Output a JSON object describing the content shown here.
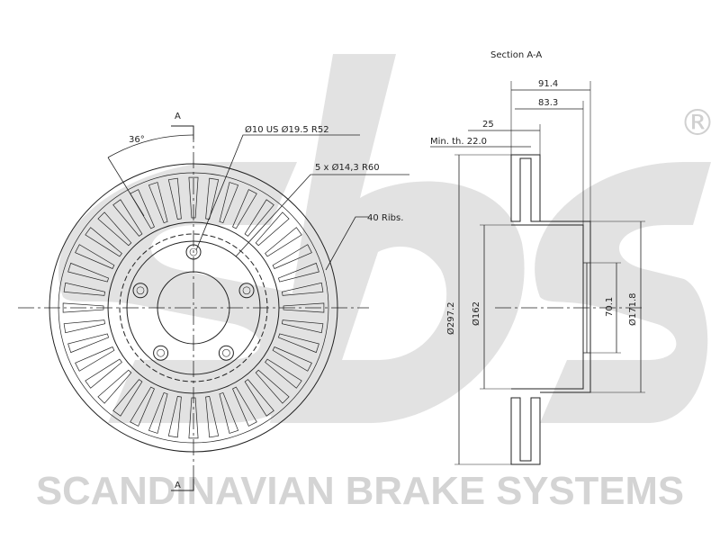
{
  "watermark": {
    "logo_text": "sbs",
    "registered_mark": "®",
    "company": "SCANDINAVIAN BRAKE SYSTEMS"
  },
  "front_view": {
    "section_marker_top": "A",
    "section_marker_bottom": "A",
    "angle_label": "36°",
    "center_hole_label": "Ø10 US Ø19.5 R52",
    "bolt_holes_label": "5 x Ø14,3 R60",
    "ribs_label": "40 Ribs."
  },
  "section_view": {
    "title": "Section A-A",
    "overall_height": "91.4",
    "hat_height": "83.3",
    "thickness": "25",
    "min_thickness": "Min. th. 22.0",
    "outer_diameter": "Ø297.2",
    "hat_diameter": "Ø162",
    "inner_diameter": "Ø171.8",
    "center_bore": "70.1"
  },
  "colors": {
    "line": "#222222",
    "watermark": "#d4d4d4"
  }
}
